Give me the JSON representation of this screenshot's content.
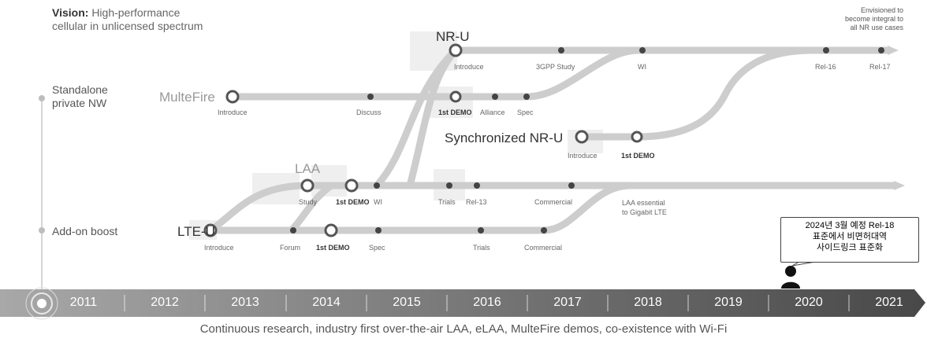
{
  "vision": {
    "label": "Vision:",
    "text_line1": "High-performance",
    "text_line2": "cellular in unlicensed spectrum"
  },
  "envisioned": {
    "line1": "Envisioned to",
    "line2": "become integral to",
    "line3": "all NR use cases"
  },
  "side_labels": {
    "standalone_line1": "Standalone",
    "standalone_line2": "private NW",
    "addon": "Add-on boost"
  },
  "tracks": {
    "nru": "NR-U",
    "multefire": "MulteFire",
    "sync_nru": "Synchronized NR-U",
    "laa": "LAA",
    "lteu": "LTE-U"
  },
  "milestones": {
    "nru_introduce": "Introduce",
    "nru_3gpp": "3GPP Study",
    "nru_wi": "WI",
    "nru_rel16": "Rel-16",
    "nru_rel17": "Rel-17",
    "mf_introduce": "Introduce",
    "mf_discuss": "Discuss",
    "mf_demo": "1st DEMO",
    "mf_alliance": "Alliance",
    "mf_spec": "Spec",
    "sync_introduce": "Introduce",
    "sync_demo": "1st DEMO",
    "laa_study": "Study",
    "laa_demo": "1st DEMO",
    "laa_wi": "WI",
    "laa_trials": "Trials",
    "laa_rel13": "Rel-13",
    "laa_commercial": "Commercial",
    "laa_essential_line1": "LAA essential",
    "laa_essential_line2": "to Gigabit LTE",
    "lteu_introduce": "Introduce",
    "lteu_forum": "Forum",
    "lteu_demo": "1st DEMO",
    "lteu_spec": "Spec",
    "lteu_trials": "Trials",
    "lteu_commercial": "Commercial"
  },
  "callout": {
    "line1": "2024년 3월 예정 Rel-18",
    "line2": "표준에서 비면허대역",
    "line3": "사이드링크 표준화"
  },
  "years": [
    "2011",
    "2012",
    "2013",
    "2014",
    "2015",
    "2016",
    "2017",
    "2018",
    "2019",
    "2020",
    "2021"
  ],
  "footer": "Continuous research, industry first over-the-air LAA, eLAA, MulteFire demos, co-existence with Wi-Fi",
  "icons": {
    "person": "person-icon",
    "year_marker": "timeline-start-marker"
  },
  "colors": {
    "track": "#c8c8c8",
    "node": "#555555",
    "bar_start": "#9a9a9a",
    "bar_end": "#4a4a4a"
  }
}
